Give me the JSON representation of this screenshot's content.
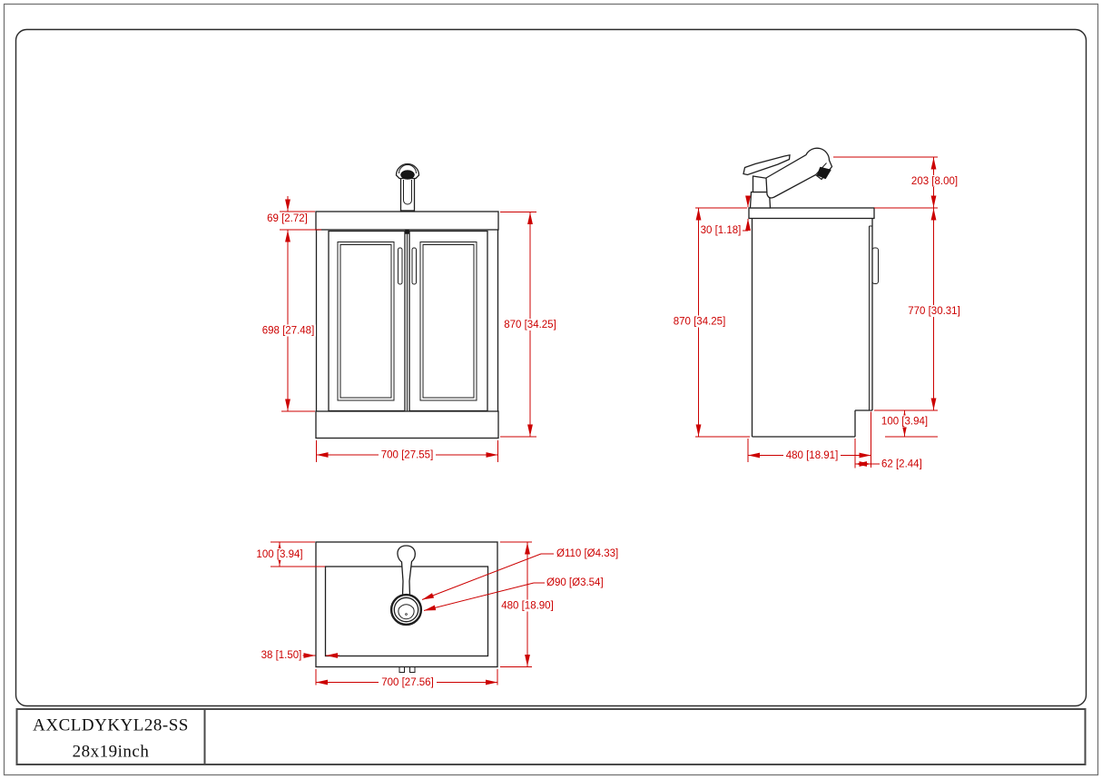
{
  "drawing": {
    "colors": {
      "dimension_red": "#cc0000",
      "line_black": "#1f1f1f"
    },
    "title_block": {
      "model": "AXCLDYKYL28-SS",
      "size": "28x19inch"
    },
    "front_view": {
      "dims": {
        "counter_height": "69 [2.72]",
        "door_height": "698 [27.48]",
        "total_height": "870 [34.25]",
        "width": "700 [27.55]"
      }
    },
    "side_view": {
      "dims": {
        "faucet_height": "203 [8.00]",
        "counter_thickness": "30 [1.18]",
        "total_height": "870 [34.25]",
        "body_height": "770 [30.31]",
        "toe_kick_height": "100 [3.94]",
        "depth": "480 [18.91]",
        "toe_kick_depth": "62 [2.44]"
      }
    },
    "top_view": {
      "dims": {
        "rim_front": "100 [3.94]",
        "rim_side": "38 [1.50]",
        "depth": "480 [18.90]",
        "width": "700 [27.56]",
        "faucet_hole_outer": "Ø110 [Ø4.33]",
        "faucet_hole_inner": "Ø90 [Ø3.54]"
      }
    }
  }
}
